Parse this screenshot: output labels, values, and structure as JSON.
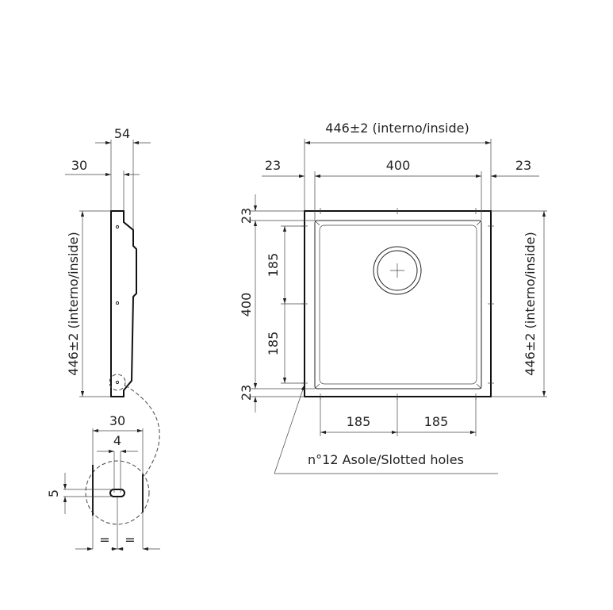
{
  "side_view": {
    "dim_total_depth": "54",
    "dim_rim_depth": "30",
    "dim_height": "446±2 (interno/inside)"
  },
  "detail_view": {
    "dim_width": "30",
    "dim_slot_width": "4",
    "dim_slot_height": "5",
    "equal_left": "=",
    "equal_right": "="
  },
  "plan_view": {
    "dim_overall_width": "446±2 (interno/inside)",
    "dim_left_margin": "23",
    "dim_inner_width": "400",
    "dim_right_margin": "23",
    "dim_top_margin": "23",
    "dim_inner_height": "400",
    "dim_bottom_margin": "23",
    "dim_hole_upper": "185",
    "dim_hole_lower": "185",
    "dim_bottom_left": "185",
    "dim_bottom_right": "185",
    "dim_overall_height": "446±2 (interno/inside)",
    "slotted_holes_note": "n°12 Asole/Slotted holes"
  }
}
